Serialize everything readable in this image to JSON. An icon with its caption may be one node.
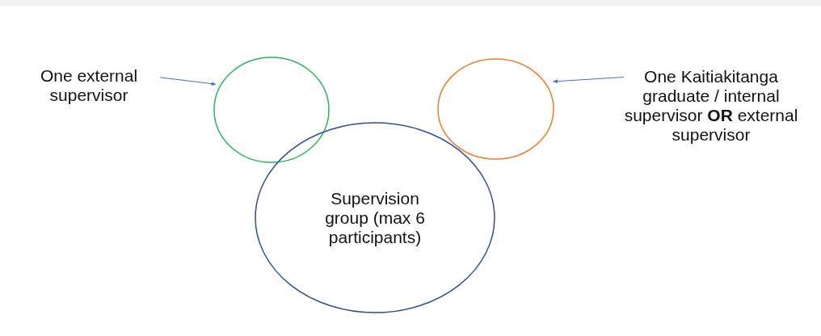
{
  "diagram": {
    "nodes": [
      {
        "text": [
          "One external supervisor"
        ]
      },
      {
        "text": [],
        "shape": "circle"
      },
      {
        "text": [
          "Supervision group (max 6 participants)"
        ]
      },
      {
        "text": [],
        "shape": "circle"
      },
      {
        "text": [
          "One Kaitiakitanga graduate / internal supervisor **OR** external supervisor"
        ]
      }
    ],
    "edges": [
      {
        "from": 0,
        "to": 1,
        "arrow": "to"
      },
      {
        "from": 4,
        "to": 3,
        "arrow": "to"
      }
    ]
  }
}
